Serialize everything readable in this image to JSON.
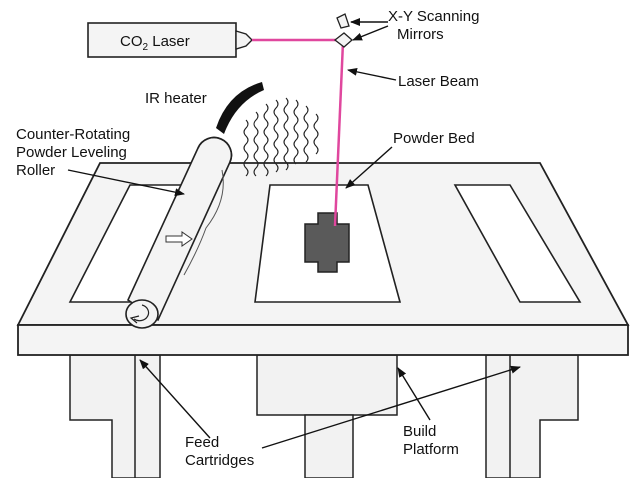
{
  "labels": {
    "co2_laser": "CO",
    "co2_laser_sub": "2",
    "co2_laser_suffix": " Laser",
    "xy_scanning_mirrors_line1": "X-Y Scanning",
    "xy_scanning_mirrors_line2": "Mirrors",
    "laser_beam": "Laser Beam",
    "ir_heater": "IR heater",
    "powder_bed": "Powder Bed",
    "roller_line1": "Counter-Rotating",
    "roller_line2": "Powder Leveling",
    "roller_line3": "Roller",
    "feed_line1": "Feed",
    "feed_line2": "Cartridges",
    "build_line1": "Build",
    "build_line2": "Platform"
  },
  "colors": {
    "laser_beam": "#e0479e",
    "part": "#555555",
    "heater": "#111111",
    "outline": "#222222"
  }
}
